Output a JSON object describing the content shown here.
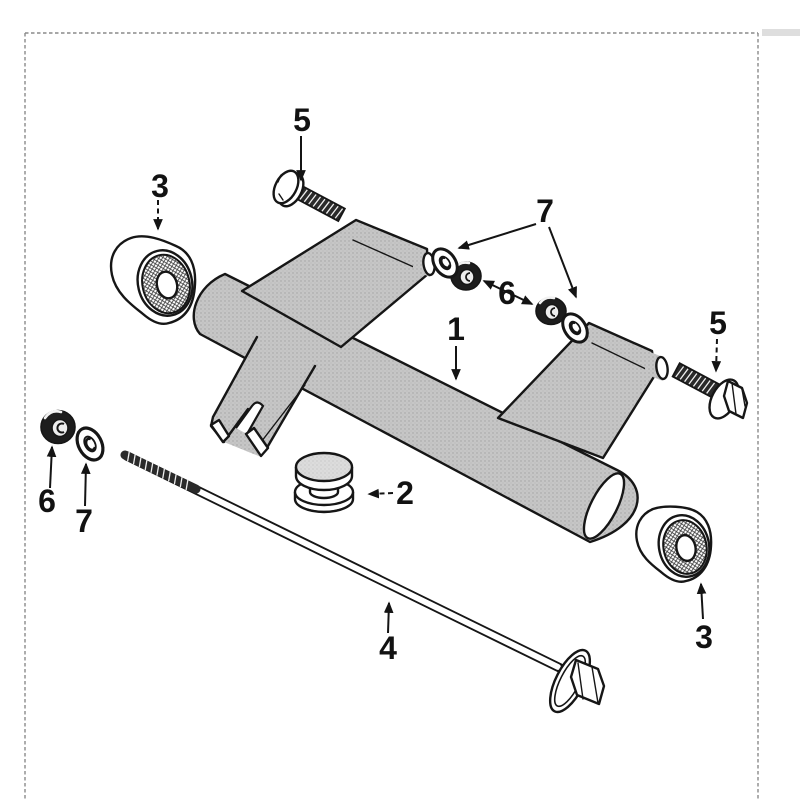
{
  "figure": {
    "type": "exploded-parts-diagram",
    "description_visible_text_only": true
  },
  "callouts": {
    "c1": "1",
    "c2": "2",
    "c3_left": "3",
    "c3_right": "3",
    "c4": "4",
    "c5_top": "5",
    "c5_right": "5",
    "c6_center": "6",
    "c6_left": "6",
    "c7_top": "7",
    "c7_left": "7"
  },
  "colors": {
    "background": "#ffffff",
    "line": "#161616",
    "part_fill": "#c6c6c6",
    "part_fill_light": "#dcdcdc",
    "border": "#8a8a8a",
    "label": "#121212"
  }
}
